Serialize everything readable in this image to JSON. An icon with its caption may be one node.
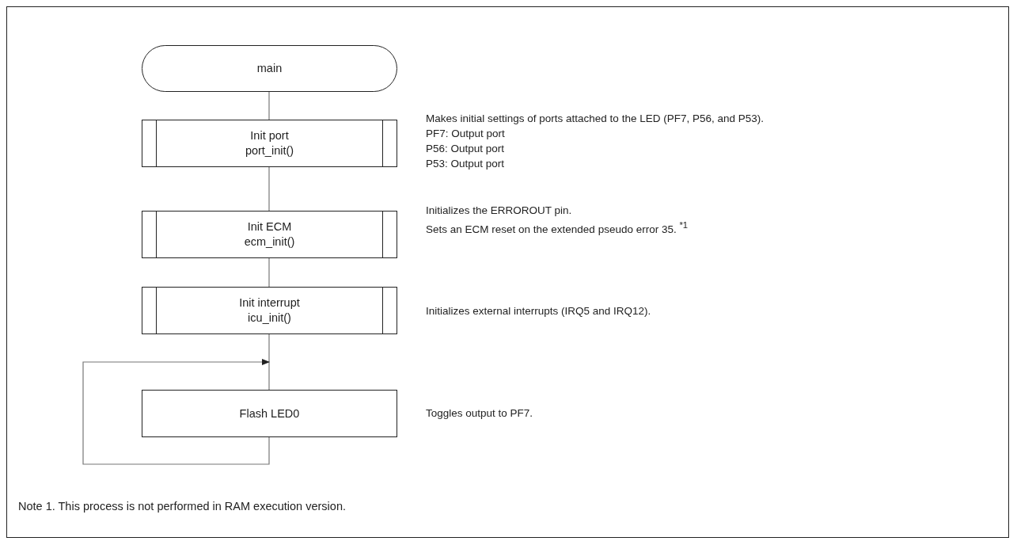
{
  "diagram": {
    "nodes": [
      {
        "text": [
          "main"
        ]
      },
      {
        "text": [
          "Init port",
          "port_init()"
        ],
        "beside": [
          "Makes initial settings of ports attached to the LED (PF7, P56, and P53).",
          "PF7: Output port",
          "P56: Output port",
          "P53: Output port"
        ]
      },
      {
        "text": [
          "Init ECM",
          "ecm_init()"
        ],
        "beside": [
          "Initializes the ERROROUT pin.",
          "Sets an ECM reset on the extended pseudo error 35. $^{*1}$"
        ]
      },
      {
        "text": [
          "Init interrupt",
          "icu_init()"
        ],
        "beside": [
          "Initializes external interrupts (IRQ5 and IRQ12)."
        ]
      },
      {
        "text": [
          "Flash LED0"
        ],
        "beside": [
          "Toggles output to PF7."
        ]
      }
    ],
    "edges": [
      {
        "from": 0,
        "to": 1,
        "arrow": "none"
      },
      {
        "from": 1,
        "to": 2,
        "arrow": "none"
      },
      {
        "from": 2,
        "to": 3,
        "arrow": "none"
      },
      {
        "from": 3,
        "to": 4,
        "arrow": "none"
      },
      {
        "from": 4,
        "to": 4,
        "arrow": "to"
      }
    ],
    "labels": [
      "Note 1. This process is not performed in RAM execution version."
    ]
  }
}
